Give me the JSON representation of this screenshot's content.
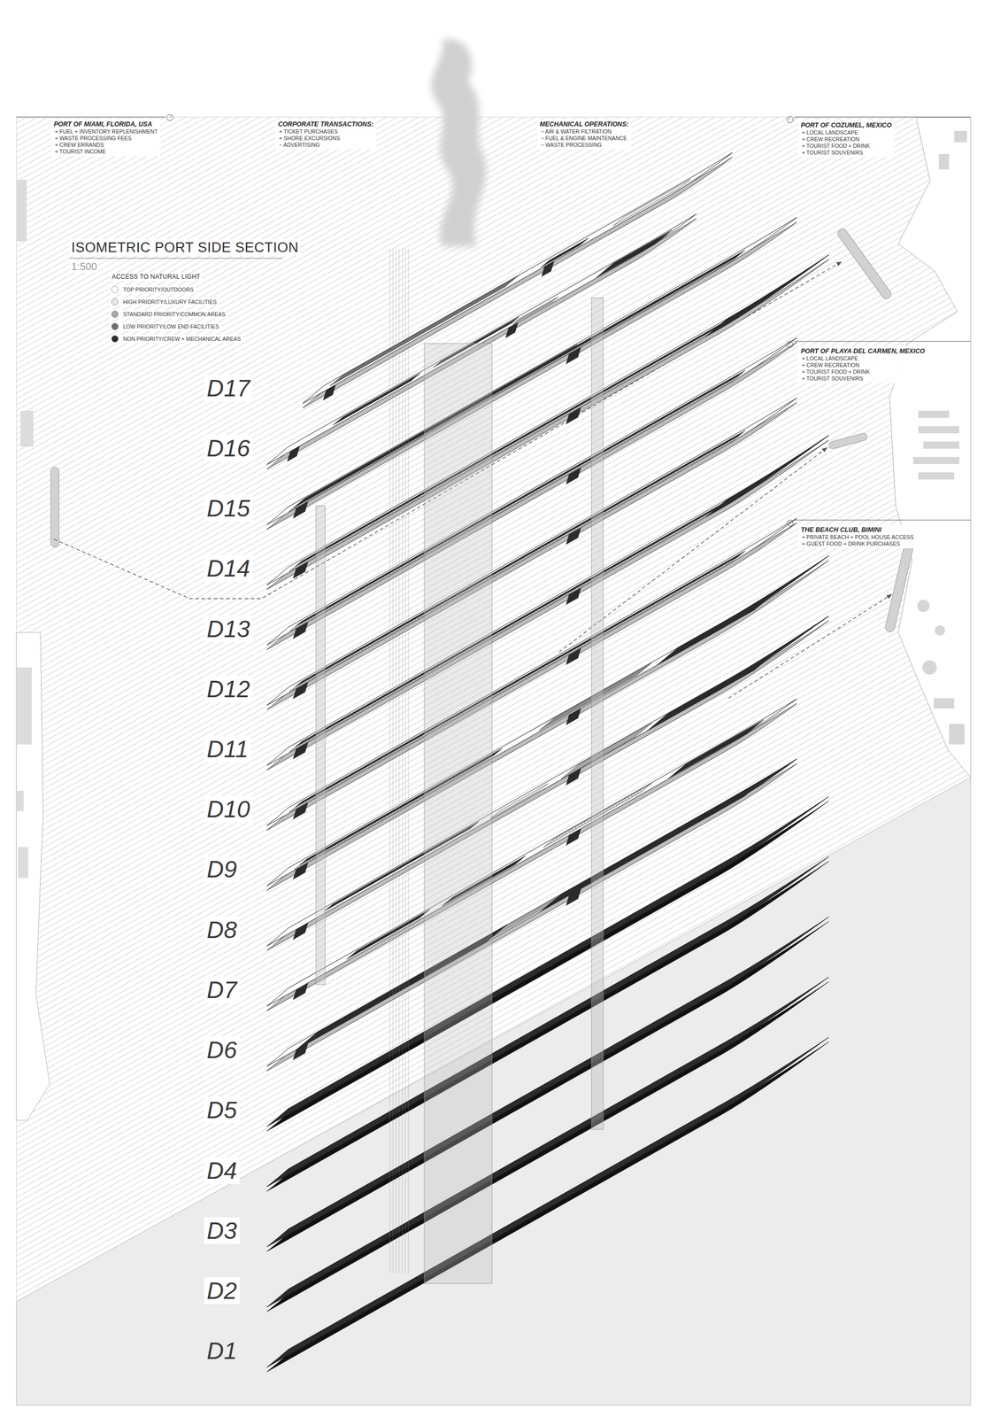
{
  "diagram": {
    "title": "ISOMETRIC PORT SIDE SECTION",
    "nodes": [
      {
        "text": [
          "PORT OF MIAMI, FLORIDA, USA",
          "+ FUEL + INVENTORY REPLENISHMENT",
          "+ WASTE PROCESSING FEES",
          "+ CREW ERRANDS",
          "+ TOURIST INCOME"
        ]
      },
      {
        "text": [
          "CORPORATE TRANSACTIONS:",
          "+ TICKET PURCHASES",
          "+ SHORE EXCURSIONS",
          "− ADVERTISING"
        ]
      },
      {
        "text": [
          "MECHANICAL OPERATIONS:",
          "− AIR & WATER FILTRATION",
          "− FUEL & ENGINE MAINTENANCE",
          "− WASTE PROCESSING"
        ]
      },
      {
        "text": [
          "PORT OF COZUMEL, MEXICO",
          "+ LOCAL LANDSCAPE",
          "+ CREW RECREATION",
          "+ TOURIST FOOD + DRINK",
          "+ TOURIST SOUVENIRS"
        ]
      },
      {
        "text": [
          "PORT OF PLAYA DEL CARMEN, MEXICO",
          "+ LOCAL LANDSCAPE",
          "+ CREW RECREATION",
          "+ TOURIST FOOD + DRINK",
          "+ TOURIST SOUVENIRS"
        ]
      },
      {
        "text": [
          "THE BEACH CLUB, BIMINI",
          "+ PRIVATE BEACH + POOL HOUSE ACCESS",
          "+ GUEST FOOD + DRINK PURCHASES"
        ]
      }
    ],
    "labels": [
      "1:500",
      "ACCESS TO NATURAL LIGHT",
      "D17",
      "D16",
      "D15",
      "D14",
      "D13",
      "D12",
      "D11",
      "D10",
      "D9",
      "D8",
      "D7",
      "D6",
      "D5",
      "D4",
      "D3",
      "D2",
      "D1"
    ],
    "legend": [
      {
        "text": "TOP PRIORITY/OUTDOORS",
        "color": "#ffffff"
      },
      {
        "text": "HIGH PRIORITY/LUXURY FACILITIES",
        "color": "#e6e6e6"
      },
      {
        "text": "STANDARD PRIORITY/COMMON AREAS",
        "color": "#a6a6a6"
      },
      {
        "text": "LOW PRIORITY/LOW END FACILITIES",
        "color": "#6e6e6e"
      },
      {
        "text": "NON PRIORITY/CREW + MECHANICAL AREAS",
        "color": "#2b2b2b"
      }
    ]
  }
}
